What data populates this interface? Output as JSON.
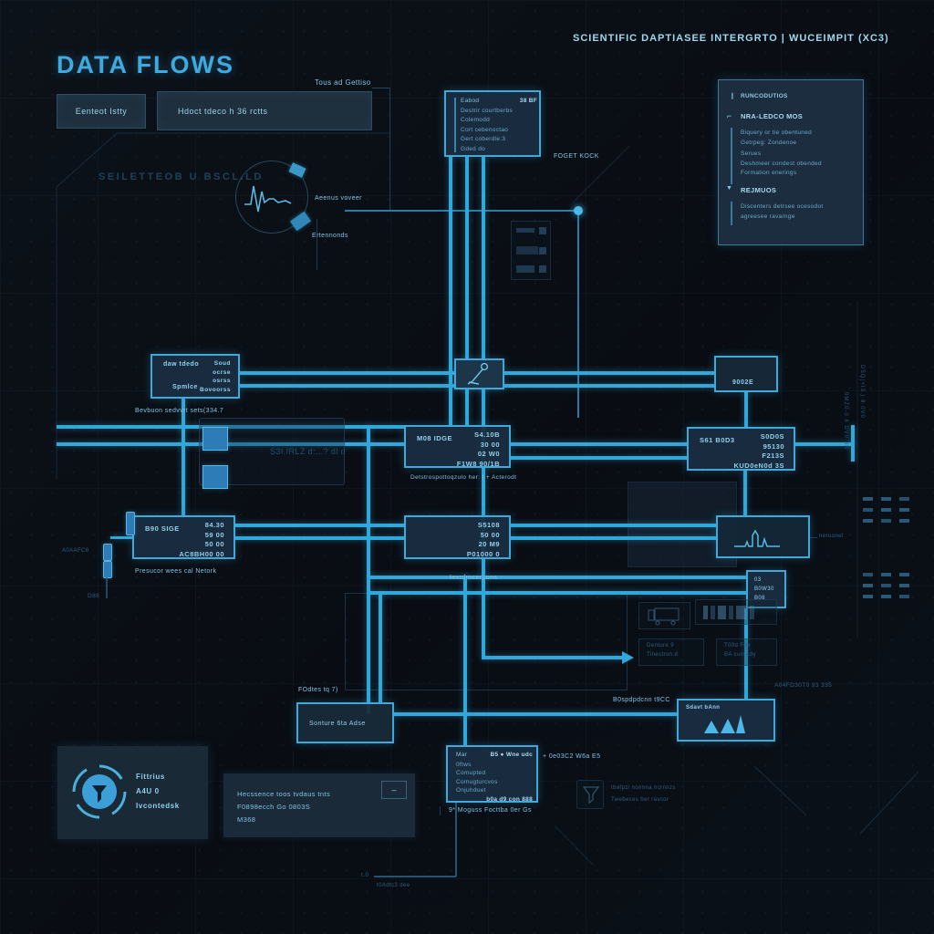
{
  "header": {
    "title": "DATA FLOWS",
    "subtitle": "SCIENTIFIC DAPTIASEE INTERGRTO | WUCEIMPIT (XC3)",
    "tools_label": "Tous ad Gettiso",
    "btn_primary": "Eenteot Istty",
    "btn_secondary": "Hdoct tdeco h 36 rctts"
  },
  "legend": {
    "top_item": "RUNCODUTIOS",
    "top_marker": "❙",
    "sec1_marker": "⌐",
    "sec1_title": "NRA-LEDCO MOS",
    "sec1_items": [
      "Biquery or tie obentuned",
      "Getrpeg: Zondenoe",
      "Serues",
      "Deshmeer condest obended",
      "Formation enerings"
    ],
    "sec2_marker": "▼",
    "sec2_title": "REJMUOS",
    "sec2_items": [
      "Discenters detrsee ocesodot",
      "agreesee ravarnge"
    ]
  },
  "nodes": {
    "ingest": {
      "r1l": "Eabod",
      "r1r": "38 BF",
      "rows": [
        "Destrir courtberbs",
        "Colemodd",
        "Cort cebenoctao",
        "Gert coberdle:3",
        "Gded do"
      ],
      "side_label": "FOGET KOCK"
    },
    "source_a": {
      "title": "daw tdedo",
      "sub": "Spmlce",
      "vals": [
        "Soud",
        "ocrse",
        "osrss",
        "Bovoorss"
      ]
    },
    "hub_mid": {
      "title": "M08 IDGE",
      "vals": [
        "S4.10B",
        "30 00",
        "02 W0",
        "F1W8 90/1B"
      ],
      "caption": "Detstrospottoqzulo her: | + Acterodt"
    },
    "proc_left": {
      "title": "B90 SIGE",
      "vals": [
        "84.30",
        "59 00",
        "50 00",
        "AC8BH00 00"
      ],
      "caption": "Presucor wees cal Netork"
    },
    "proc_mid": {
      "vals": [
        "S5108",
        "50 00",
        "20 M9",
        "P01000 0"
      ],
      "caption": "Iexrdrocerpons"
    },
    "store_right": {
      "title": "S61 B0D3",
      "vals": [
        "S0D0S",
        "95130",
        "F213S",
        "KUD0eN0d 3S"
      ]
    },
    "relay": {
      "label": "9002E"
    },
    "monitor_label": "neruonel",
    "mini": {
      "rows": [
        "03",
        "B0W30",
        "B08"
      ]
    },
    "alert": {
      "label": "Sdavt bAnn",
      "caption": "B0spdpdcnn t9CC"
    },
    "archive": {
      "label": "Sonture 6ta Adse",
      "caption": "FOdtes tq 7)"
    },
    "output": {
      "r1l": "Mar",
      "r1r": "B5 ● Wne udc",
      "rows": [
        "0ftws",
        "Comupted",
        "Comugturcvos",
        "Onjuhduet"
      ],
      "footer": "b0a d9 con 888",
      "caption": "9* Moguss Focttba 0er Gs",
      "side_note": "+ 0e03C2 W6a E5"
    }
  },
  "panels": {
    "status": {
      "lines": [
        "Fittrius",
        "A4U 0",
        "Ivcontedsk"
      ]
    },
    "info": {
      "lines": [
        "Hecssence toos tvdaus tnts",
        "F0898ecch Go 0803S",
        "M368"
      ],
      "minus": "–"
    },
    "dim_box1": {
      "lines": [
        "Denture 9",
        "Tinestron.d"
      ]
    },
    "dim_box2": {
      "lines": [
        "T00d Fde",
        "BA curr cdy"
      ]
    },
    "dim_note": {
      "lines": [
        "Ibafpzl nonnna ncrnnzs",
        "Twebeces ber ravcor"
      ]
    }
  },
  "annotations": {
    "watermark": "SEILETTEOB U BSCL.LD",
    "sensor_label": "Aeenus voveer",
    "sensor_sub": "Ertennonds",
    "flow_label": "Bevbuon sedvvrt sets(334.7",
    "dim_panel_text": "S3I.IRLZ d:...?   dl d",
    "serial": "A04FD30T0 93 335",
    "pipe_label": "A0AAFC8",
    "pipe_tag": "D88",
    "drop_tag": "t.0",
    "drop_sub": "t0Adtc3 dee",
    "side_rot1": "D5Q(+I3.) 8 0V0",
    "side_rot2": "0MZ0-0 8 DV0 3S"
  },
  "colors": {
    "background": "#0a0e14",
    "accent": "#41b2e4",
    "connector": "#2fa8dc",
    "node_fill": "#1b2f42",
    "text_bright": "#9fd8ee",
    "text_dim": "#2a5a7a"
  }
}
